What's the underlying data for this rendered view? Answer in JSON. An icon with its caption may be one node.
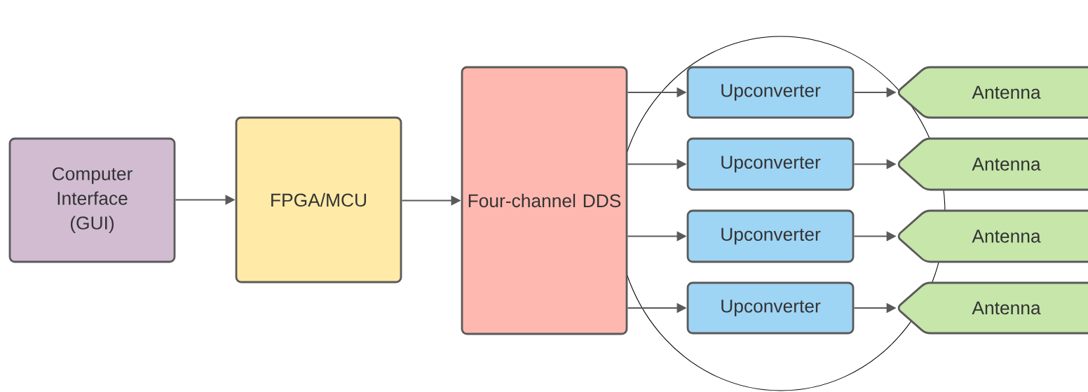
{
  "diagram": {
    "nodes": [
      {
        "text": [
          "Computer Interface (GUI)"
        ]
      },
      {
        "text": [
          "FPGA/MCU"
        ]
      },
      {
        "text": [
          "Four-channel DDS"
        ]
      },
      {
        "text": [
          "Upconverter"
        ]
      },
      {
        "text": [
          "Upconverter"
        ]
      },
      {
        "text": [
          "Upconverter"
        ]
      },
      {
        "text": [
          "Upconverter"
        ]
      },
      {
        "text": [
          "Antenna"
        ]
      },
      {
        "text": [
          "Antenna"
        ]
      },
      {
        "text": [
          "Antenna"
        ]
      },
      {
        "text": [
          "Antenna"
        ]
      }
    ],
    "edges": [
      {
        "from": 0,
        "to": 1,
        "arrow": "to"
      },
      {
        "from": 1,
        "to": 2,
        "arrow": "to"
      },
      {
        "from": 2,
        "to": 3,
        "arrow": "to"
      },
      {
        "from": 2,
        "to": 4,
        "arrow": "to"
      },
      {
        "from": 2,
        "to": 5,
        "arrow": "to"
      },
      {
        "from": 2,
        "to": 6,
        "arrow": "to"
      },
      {
        "from": 3,
        "to": 7,
        "arrow": "to"
      },
      {
        "from": 4,
        "to": 8,
        "arrow": "to"
      },
      {
        "from": 5,
        "to": 9,
        "arrow": "to"
      },
      {
        "from": 6,
        "to": 10,
        "arrow": "to"
      }
    ]
  }
}
